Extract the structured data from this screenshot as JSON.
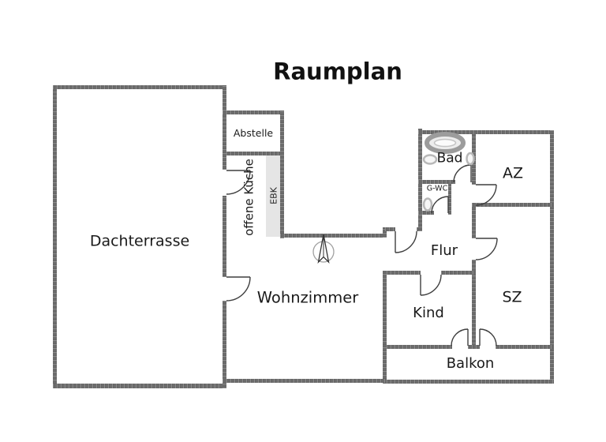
{
  "title": "Raumplan",
  "rooms": {
    "dachterrasse": {
      "label": "Dachterrasse"
    },
    "abstelle": {
      "label": "Abstelle"
    },
    "offene_kueche": {
      "label": "offene Küche"
    },
    "ebk": {
      "label": "EBK"
    },
    "bad": {
      "label": "Bad"
    },
    "gwc": {
      "label": "G-WC"
    },
    "az": {
      "label": "AZ"
    },
    "flur": {
      "label": "Flur"
    },
    "wohnzimmer": {
      "label": "Wohnzimmer"
    },
    "kind": {
      "label": "Kind"
    },
    "sz": {
      "label": "SZ"
    },
    "balkon": {
      "label": "Balkon"
    }
  },
  "icons": {
    "north_arrow": "north-arrow-icon",
    "bathtub": "bathtub-icon",
    "sink": "sink-icon",
    "toilet": "toilet-icon",
    "door_swing": "door-swing-arc"
  },
  "colors": {
    "background": "#ffffff",
    "wall": "#6c6c6c",
    "kitchen_strip": "#e5e5e5",
    "door_line": "#3f3f3f",
    "fixture_line": "#b8b8b8",
    "text": "#1a1a1a"
  }
}
